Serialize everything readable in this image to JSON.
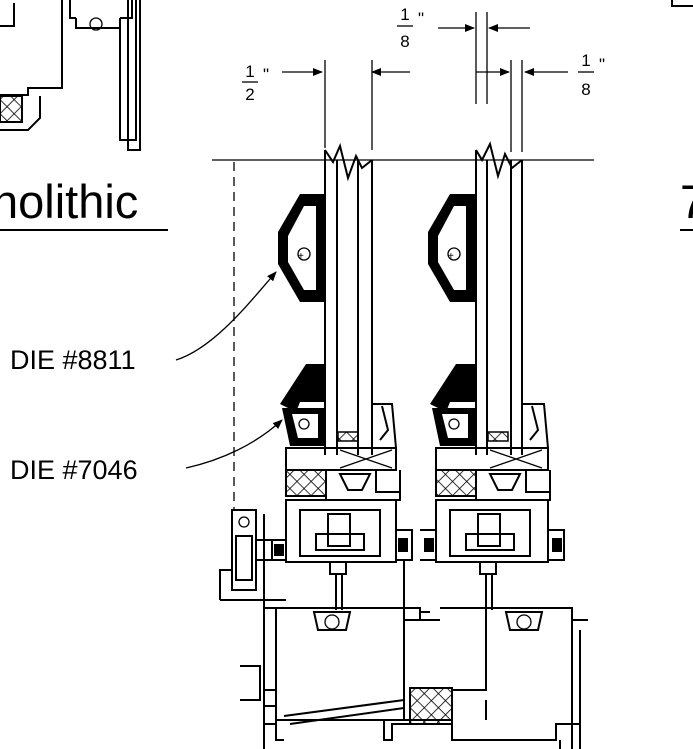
{
  "labels": {
    "heading_partial": "nolithic",
    "heading_right_partial": "7",
    "die_upper": "DIE #8811",
    "die_lower": "DIE #7046"
  },
  "dimensions": {
    "half_inch": {
      "num": "1",
      "den": "2",
      "unit": "\""
    },
    "eighth_top": {
      "num": "1",
      "den": "8",
      "unit": "\""
    },
    "eighth_right": {
      "num": "1",
      "den": "8",
      "unit": "\""
    }
  }
}
